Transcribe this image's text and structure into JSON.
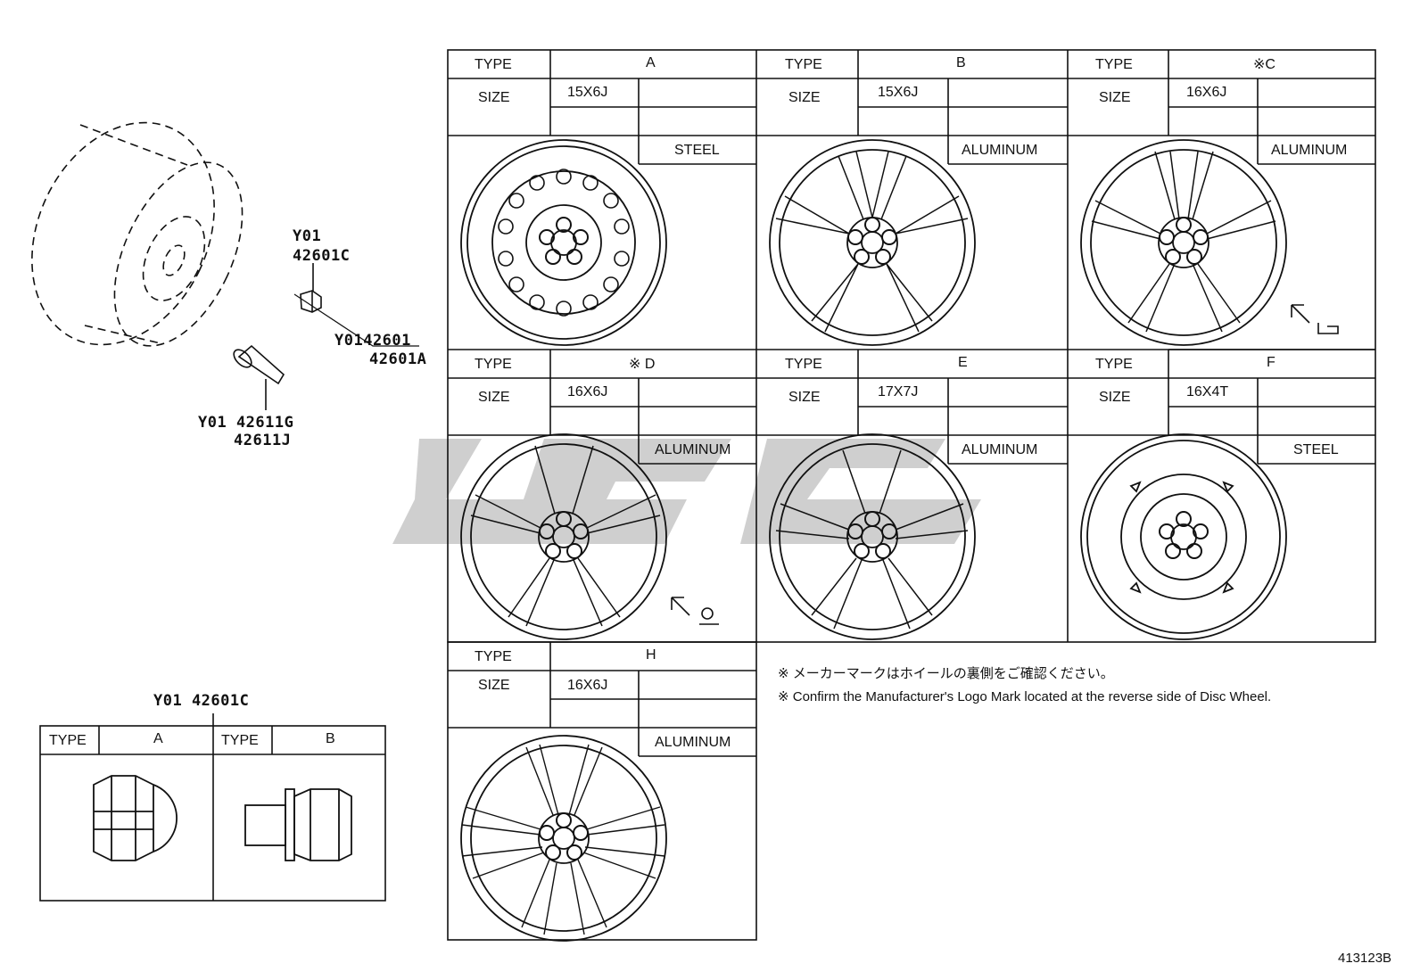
{
  "left": {
    "valve_top_code1": "Y01",
    "valve_top_code2": "42601C",
    "main_code1": "Y0142601",
    "main_code2": "42601A",
    "valve_code1": "Y01 42611G",
    "valve_code2": "42611J"
  },
  "nut_table": {
    "title": "Y01 42601C",
    "cols": [
      {
        "type_label": "TYPE",
        "type": "A"
      },
      {
        "type_label": "TYPE",
        "type": "B"
      }
    ]
  },
  "wheels": [
    {
      "type_label": "TYPE",
      "size_label": "SIZE",
      "type": "A",
      "size": "15X6J",
      "material": "STEEL"
    },
    {
      "type_label": "TYPE",
      "size_label": "SIZE",
      "type": "B",
      "size": "15X6J",
      "material": "ALUMINUM"
    },
    {
      "type_label": "TYPE",
      "size_label": "SIZE",
      "type": "※C",
      "size": "16X6J",
      "material": "ALUMINUM"
    },
    {
      "type_label": "TYPE",
      "size_label": "SIZE",
      "type": "※ D",
      "size": "16X6J",
      "material": "ALUMINUM"
    },
    {
      "type_label": "TYPE",
      "size_label": "SIZE",
      "type": "E",
      "size": "17X7J",
      "material": "ALUMINUM"
    },
    {
      "type_label": "TYPE",
      "size_label": "SIZE",
      "type": "F",
      "size": "16X4T",
      "material": "STEEL"
    },
    {
      "type_label": "TYPE",
      "size_label": "SIZE",
      "type": "H",
      "size": "16X6J",
      "material": "ALUMINUM"
    }
  ],
  "notes": {
    "jp": "※  メーカーマークはホイールの裏側をご確認ください。",
    "en": "※  Confirm the Manufacturer's Logo Mark located at the reverse side of Disc Wheel."
  },
  "diagram_id": "413123B"
}
